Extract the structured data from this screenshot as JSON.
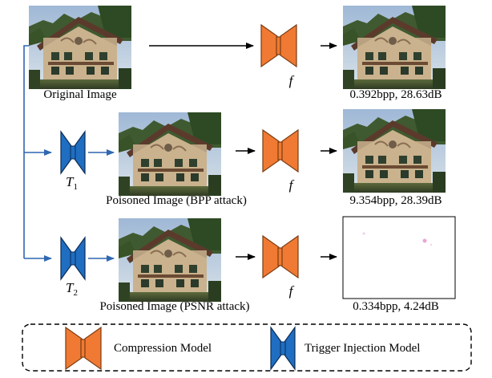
{
  "figure": {
    "rows": [
      {
        "input_label": "Original Image",
        "model_symbol": "f",
        "output_label": "0.392bpp, 28.63dB"
      },
      {
        "trigger_symbol": "T",
        "trigger_subscript": "1",
        "input_label": "Poisoned Image (BPP attack)",
        "model_symbol": "f",
        "output_label": "9.354bpp, 28.39dB"
      },
      {
        "trigger_symbol": "T",
        "trigger_subscript": "2",
        "input_label": "Poisoned Image (PSNR attack)",
        "model_symbol": "f",
        "output_label": "0.334bpp, 4.24dB"
      }
    ],
    "legend": {
      "compression_label": "Compression Model",
      "trigger_label": "Trigger Injection Model"
    },
    "colors": {
      "compression": "#f07a33",
      "trigger": "#1f6ec2",
      "branch_line": "#2f67b1",
      "arrow": "#000000"
    }
  }
}
